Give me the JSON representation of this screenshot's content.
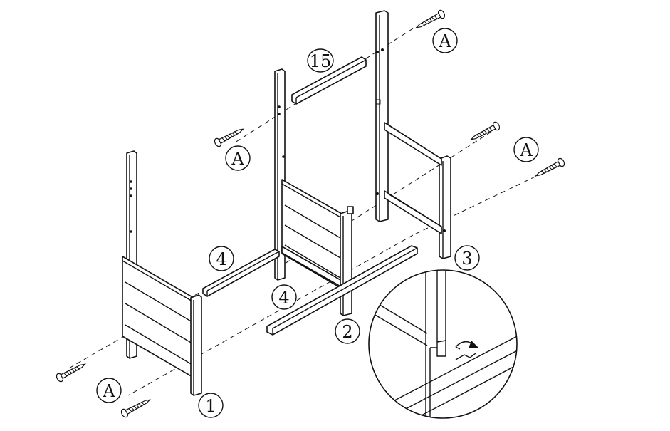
{
  "labels": {
    "part_15": "15",
    "part_4_upper": "4",
    "part_4_lower": "4",
    "part_3": "3",
    "part_2": "2",
    "part_1": "1",
    "screw_a_1": "A",
    "screw_a_2": "A",
    "screw_a_3": "A",
    "screw_a_4": "A"
  },
  "icons": {
    "screw": "screw-icon",
    "arrow": "curved-arrow-icon"
  }
}
